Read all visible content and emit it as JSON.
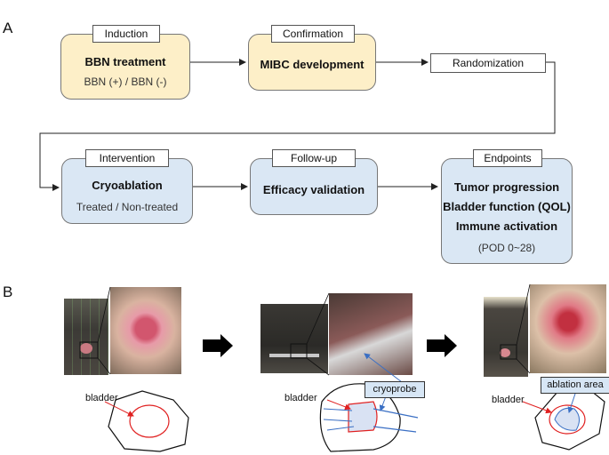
{
  "panel_a": {
    "letter": "A",
    "steps": {
      "induction": {
        "tag": "Induction",
        "title": "BBN treatment",
        "sub": "BBN (+) / BBN (-)"
      },
      "confirmation": {
        "tag": "Confirmation",
        "title": "MIBC development"
      },
      "randomization": {
        "label": "Randomization"
      },
      "intervention": {
        "tag": "Intervention",
        "title": "Cryoablation",
        "sub": "Treated / Non-treated"
      },
      "followup": {
        "tag": "Follow-up",
        "title": "Efficacy validation"
      },
      "endpoints": {
        "tag": "Endpoints",
        "line1": "Tumor progression",
        "line2": "Bladder function (QOL)",
        "line3": "Immune activation",
        "sub": "(POD 0~28)"
      }
    }
  },
  "panel_b": {
    "letter": "B",
    "bladder_label": "bladder",
    "cryoprobe_label": "cryoprobe",
    "ablation_label": "ablation area"
  },
  "colors": {
    "yellow_box": "#fdefc8",
    "blue_box": "#dae7f4",
    "callout": "#d7e6f5",
    "red_line": "#e02020"
  }
}
